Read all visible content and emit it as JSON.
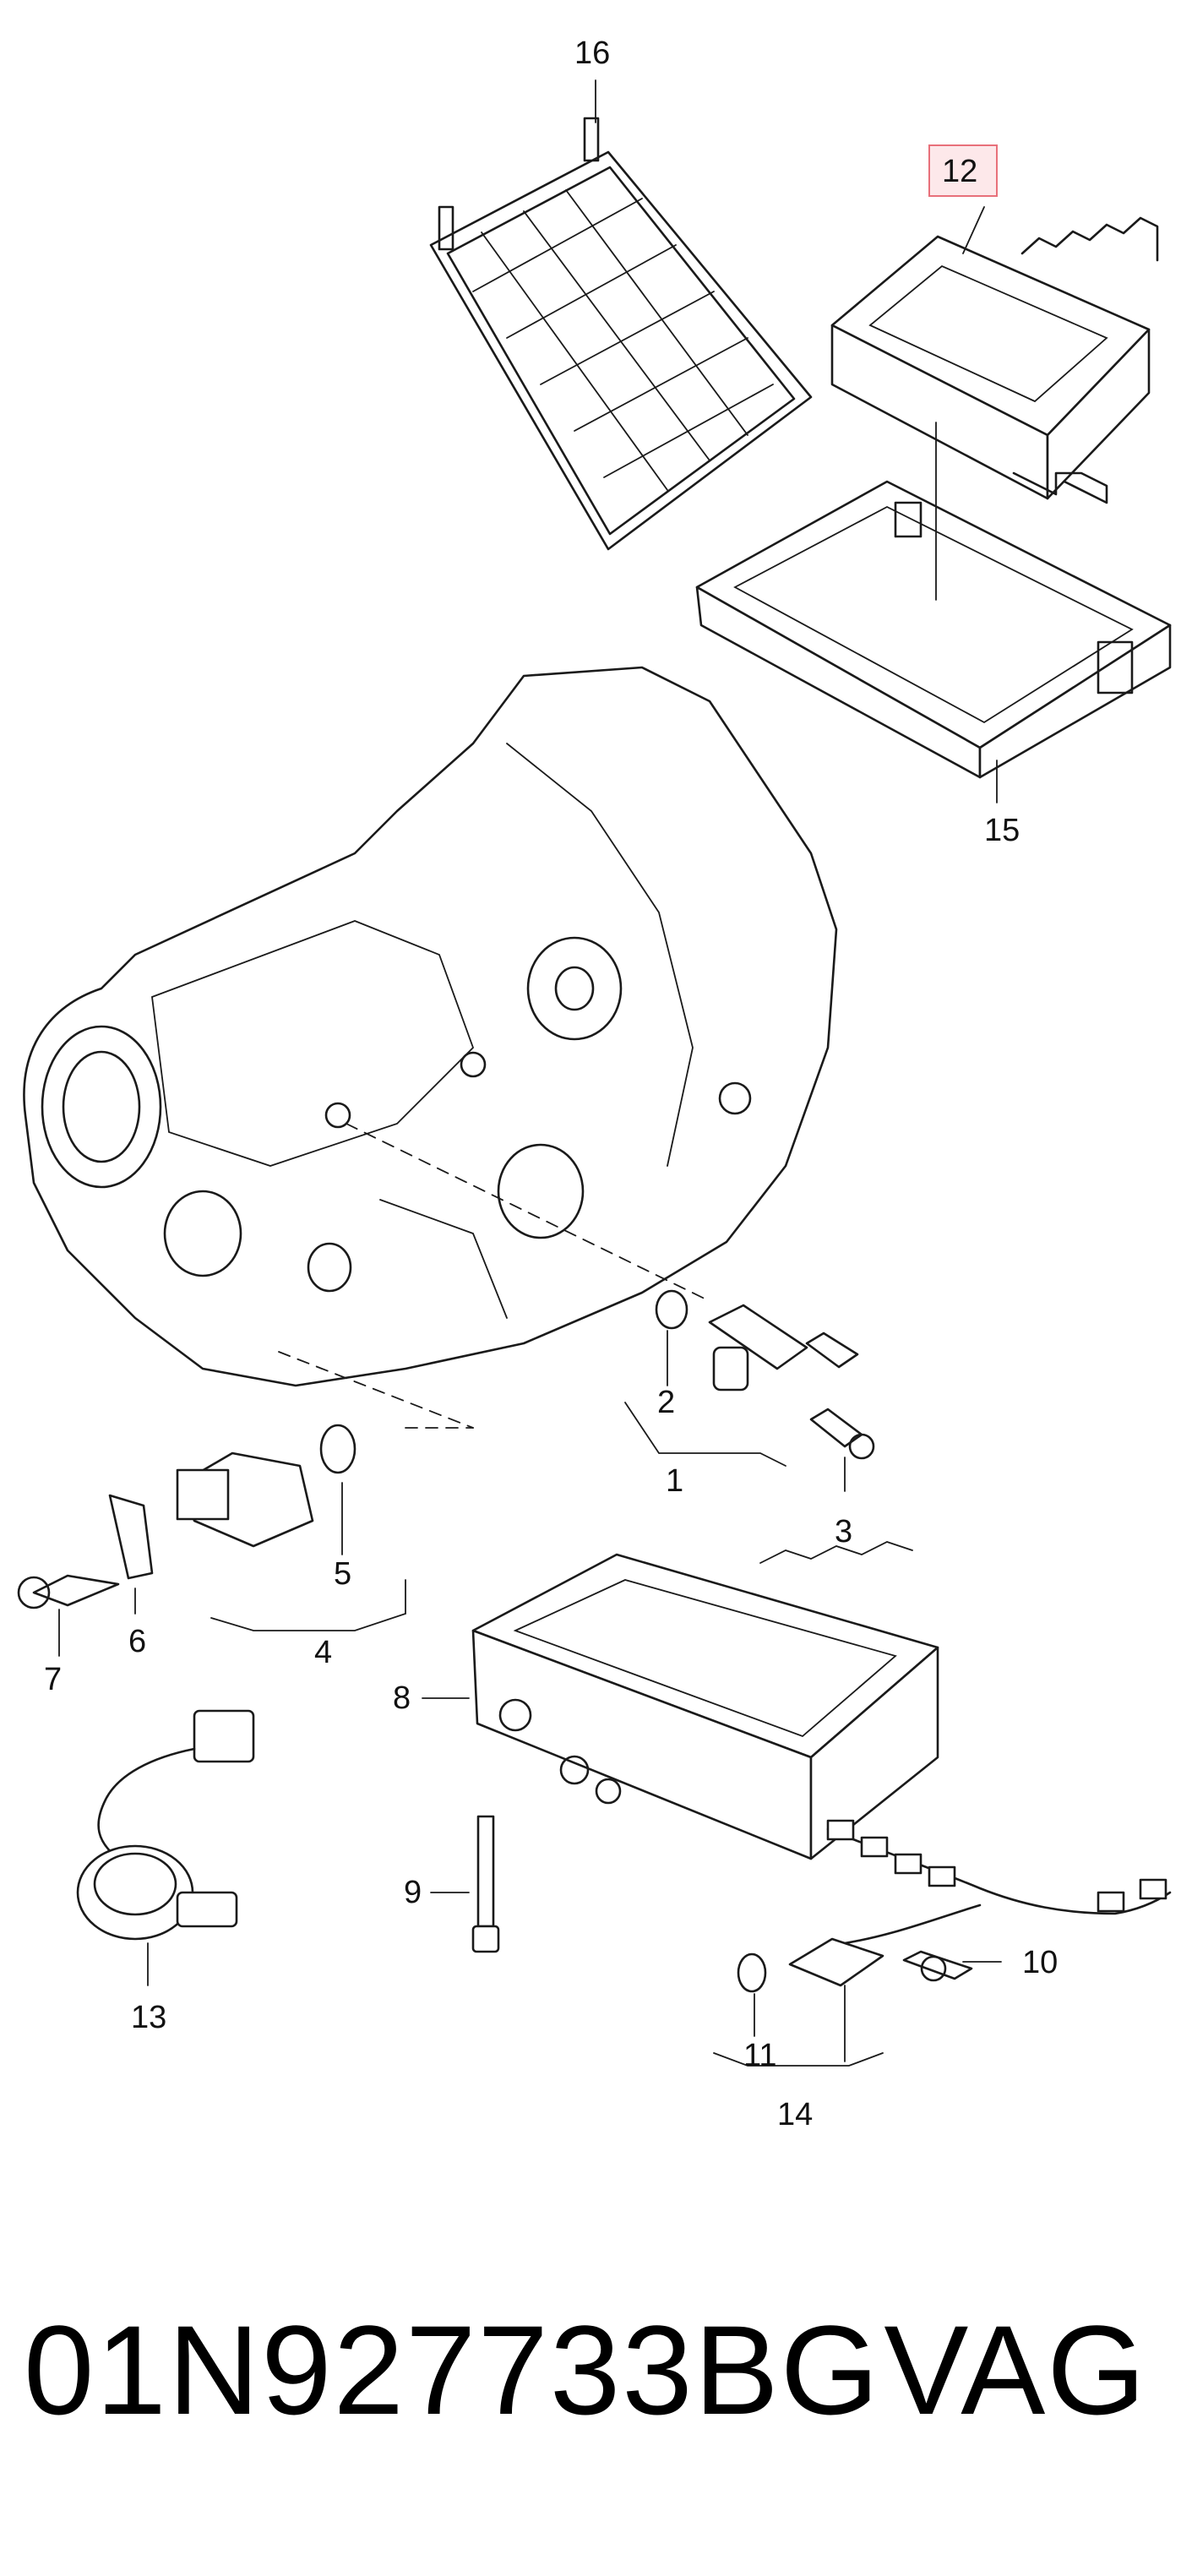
{
  "diagram": {
    "highlight_color": "#e8707a",
    "highlight_fill": "#fde8ea",
    "callouts": [
      "1",
      "2",
      "3",
      "4",
      "5",
      "6",
      "7",
      "8",
      "9",
      "10",
      "11",
      "12",
      "13",
      "14",
      "15",
      "16"
    ],
    "highlighted_callout": "12"
  },
  "footer": {
    "part_number": "01N927733BG",
    "brand": "VAG"
  }
}
